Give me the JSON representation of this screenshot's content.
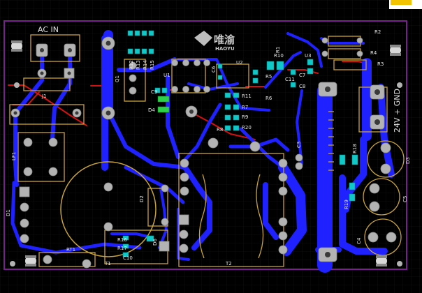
{
  "colors": {
    "background": "#000000",
    "board_outline": "#7a1f8f",
    "top_copper": "#1f22ff",
    "bottom_copper": "#d21212",
    "silkscreen": "#c9a43a",
    "pad": "#b3b3b3",
    "smd_pad": "#10c8c8",
    "text": "#e0e0e0",
    "corner_flag_white": "#ffffff",
    "corner_flag_yellow": "#f2c400"
  },
  "labels": {
    "ac_in": "AC IN",
    "dc_out": "24V + GND",
    "logo_mark": "唯渝",
    "logo_sub": "HAOYU",
    "j1": "J1",
    "lf1": "LF1",
    "q1": "Q1",
    "u1": "U1",
    "u2": "U2",
    "u3": "U3",
    "t1": "T1",
    "t2": "T2",
    "rt1": "RT1",
    "d1": "D1",
    "d2": "D2",
    "d3": "D3",
    "d4": "D4",
    "d6": "D6",
    "c3": "C3",
    "c4": "C4",
    "c5": "C5",
    "c6": "C6",
    "c7": "C7",
    "c8": "C8",
    "r1": "R1",
    "r2": "R2",
    "r3": "R3",
    "r4": "R4",
    "r5": "R5",
    "r6": "R6",
    "r7": "R7",
    "r8": "R8",
    "r9": "R9",
    "r10": "R10",
    "r11": "R11",
    "r12": "R12",
    "r13": "R13",
    "r14": "R14",
    "r15": "R15",
    "r16": "R16",
    "r17": "R17",
    "r18": "R18",
    "r19": "R19",
    "r20": "R20",
    "c9": "C9",
    "c10": "C10",
    "c11": "C11"
  }
}
